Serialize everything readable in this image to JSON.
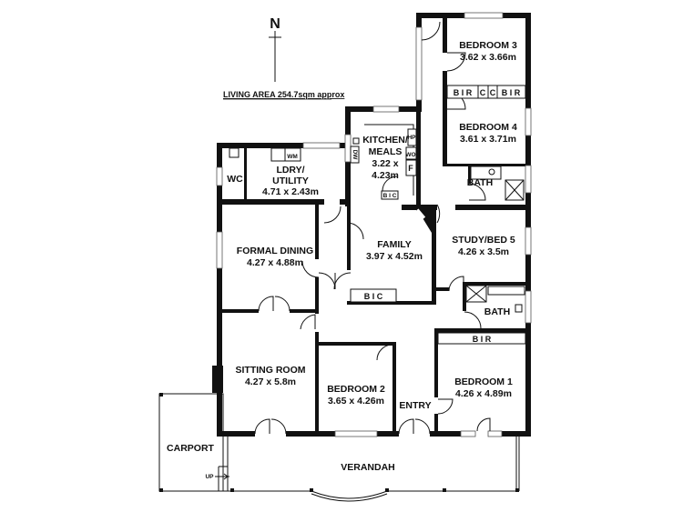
{
  "plan": {
    "north_label": "N",
    "living_area": "LIVING AREA 254.7sqm approx",
    "rooms": [
      {
        "id": "bedroom3",
        "name": "BEDROOM 3",
        "dims": "3.62 x 3.66m"
      },
      {
        "id": "bedroom4",
        "name": "BEDROOM 4",
        "dims": "3.61 x 3.71m"
      },
      {
        "id": "kitchen",
        "name": "KITCHEN/",
        "name2": "MEALS",
        "dims": "3.22 x",
        "dims2": "4.23m"
      },
      {
        "id": "laundry",
        "name": "LDRY/",
        "name2": "UTILITY",
        "dims": "4.71 x 2.43m"
      },
      {
        "id": "wc",
        "name": "WC"
      },
      {
        "id": "formal_dining",
        "name": "FORMAL DINING",
        "dims": "4.27 x 4.88m"
      },
      {
        "id": "family",
        "name": "FAMILY",
        "dims": "3.97 x 4.52m"
      },
      {
        "id": "study",
        "name": "STUDY/BED 5",
        "dims": "4.26 x 3.5m"
      },
      {
        "id": "bath_upper",
        "name": "BATH"
      },
      {
        "id": "bath_lower",
        "name": "BATH"
      },
      {
        "id": "sitting_room",
        "name": "SITTING ROOM",
        "dims": "4.27 x 5.8m"
      },
      {
        "id": "bedroom2",
        "name": "BEDROOM 2",
        "dims": "3.65 x 4.26m"
      },
      {
        "id": "bedroom1",
        "name": "BEDROOM 1",
        "dims": "4.26 x 4.89m"
      },
      {
        "id": "entry",
        "name": "ENTRY"
      },
      {
        "id": "carport",
        "name": "CARPORT"
      },
      {
        "id": "verandah",
        "name": "VERANDAH"
      }
    ],
    "fixtures": {
      "bir_left": "B I R",
      "c_left": "C",
      "c_right": "C",
      "bir_right": "B I R",
      "bir_bed1": "B   I   R",
      "bic_family": "B   I   C",
      "bic_kitchen": "B I C",
      "hp": "HP",
      "wo": "WO",
      "f": "F",
      "dw": "DW",
      "wm": "WM",
      "up": "UP"
    }
  }
}
